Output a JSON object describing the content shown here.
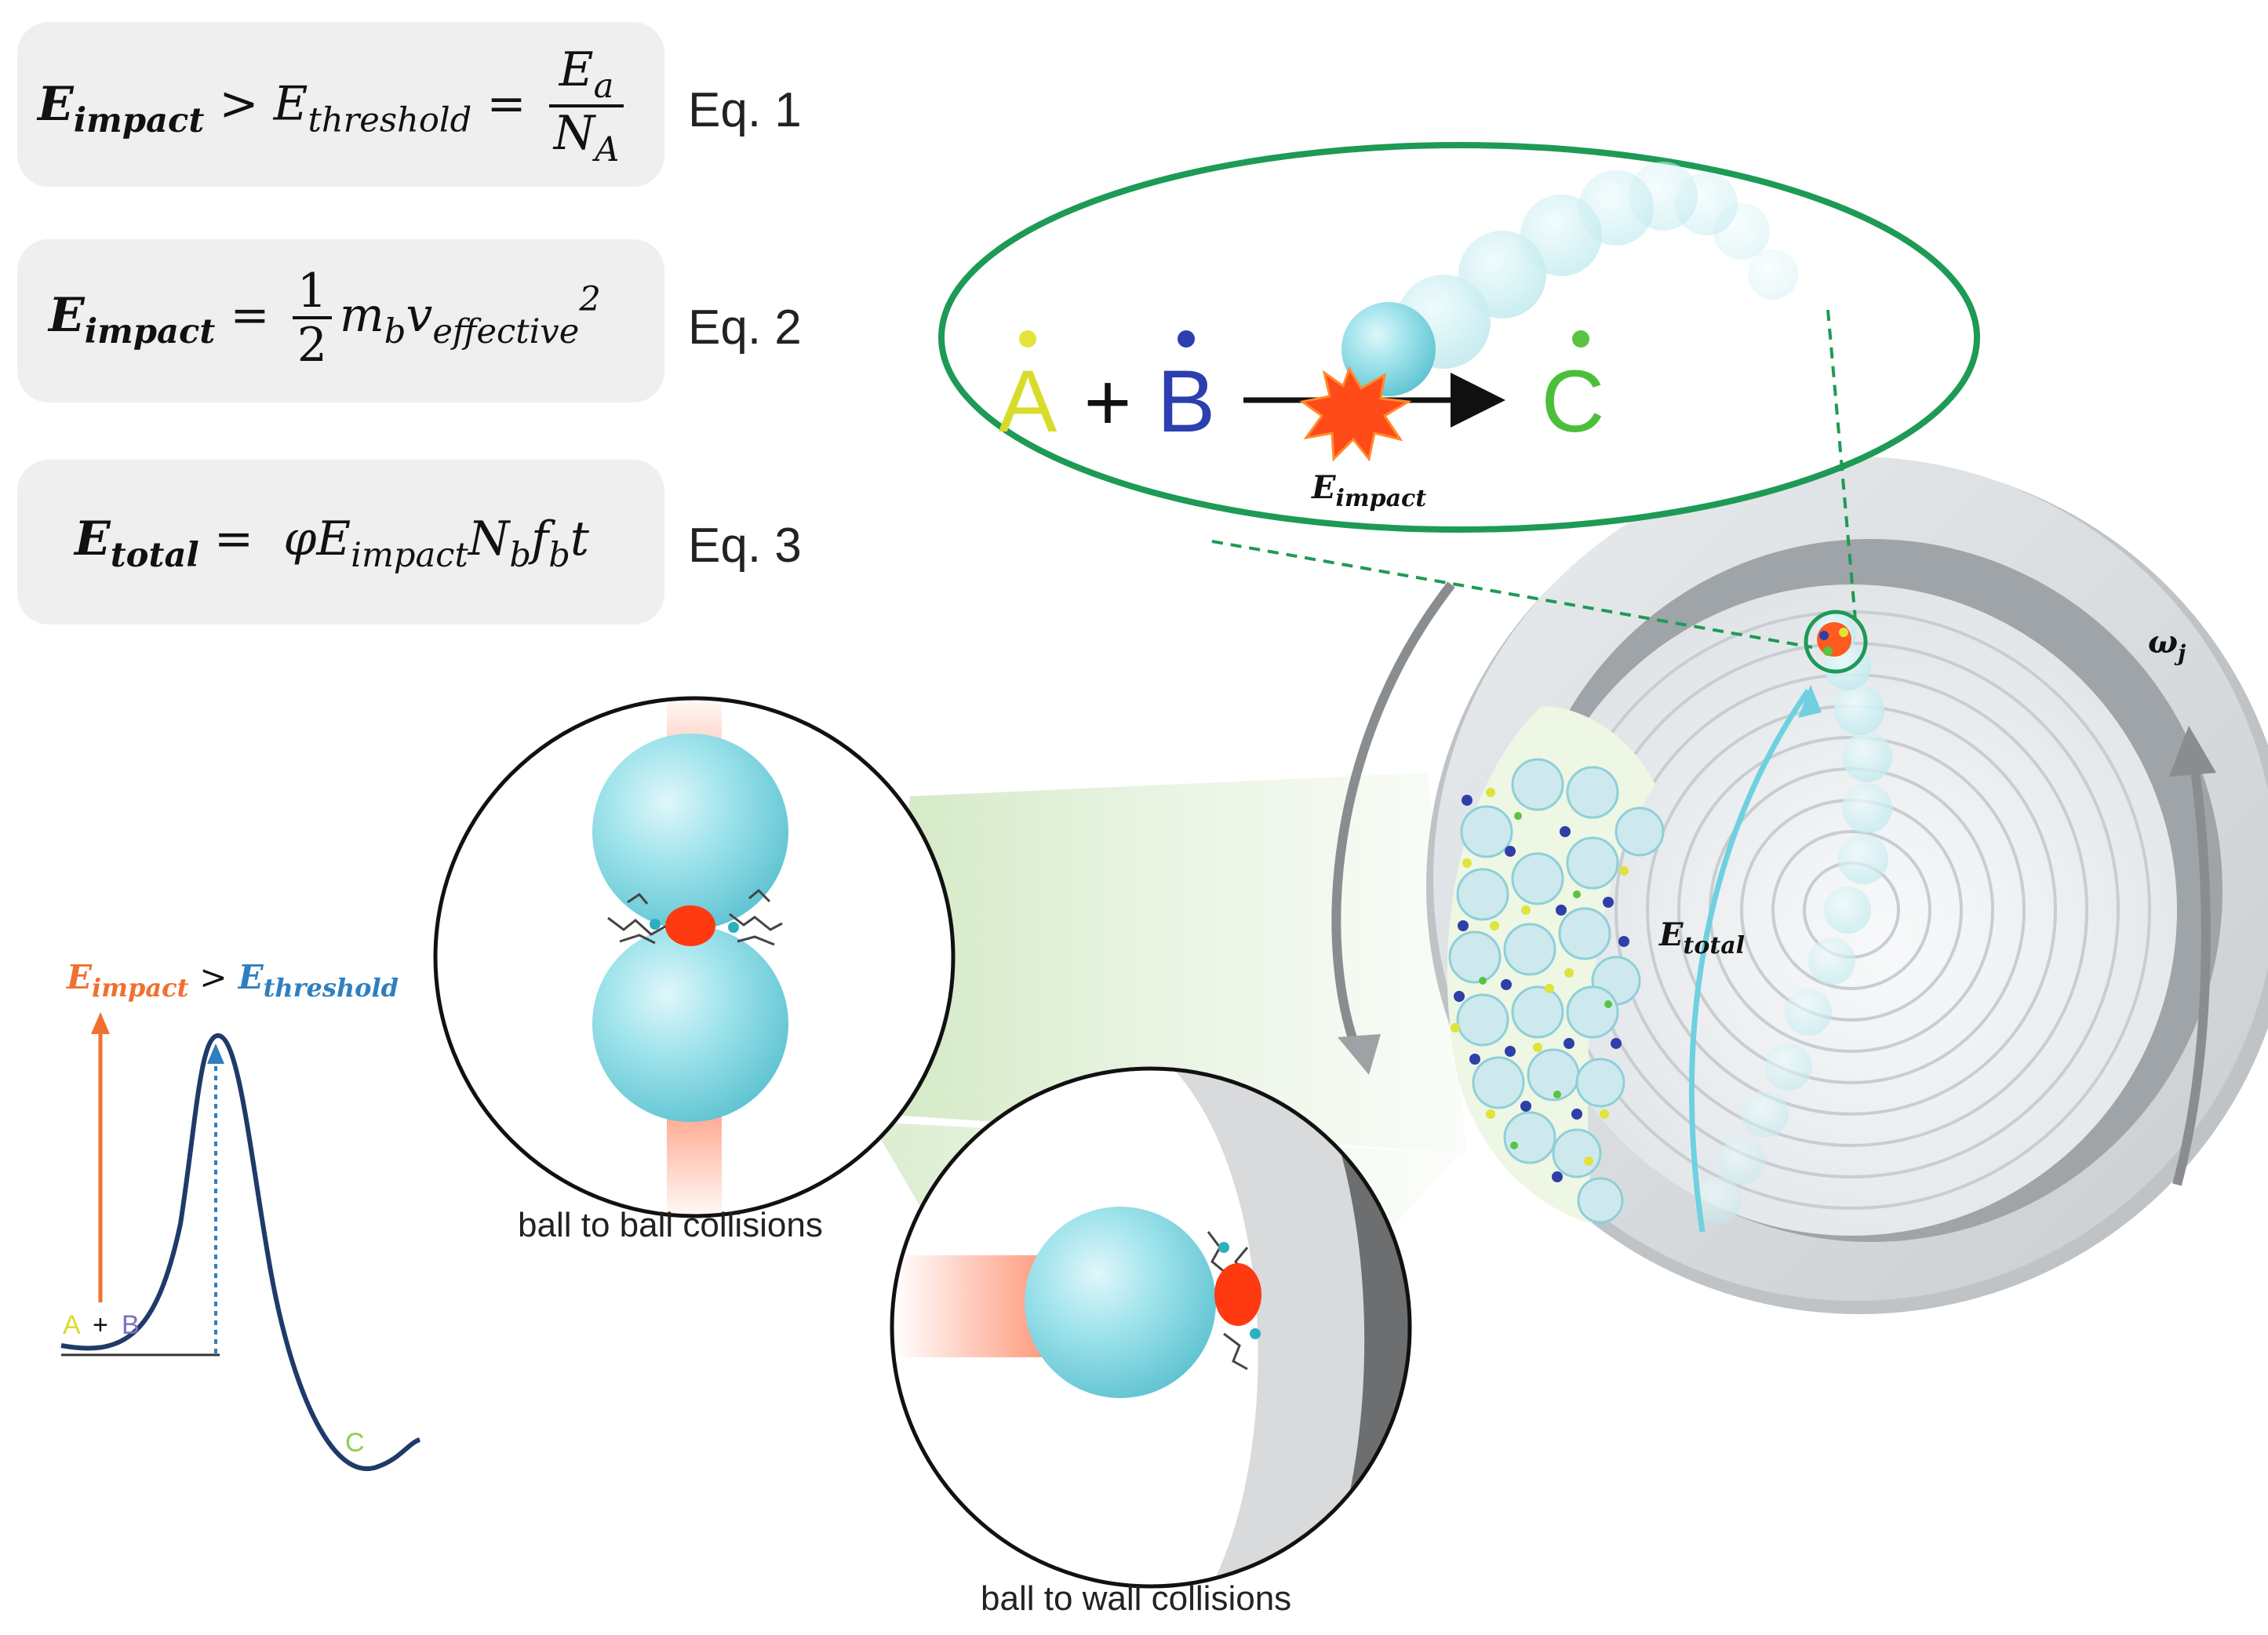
{
  "equations": [
    {
      "label": "Eq. 1"
    },
    {
      "label": "Eq. 2"
    },
    {
      "label": "Eq. 3"
    }
  ],
  "reaction": {
    "reactant_a": "A",
    "plus": "+",
    "reactant_b": "B",
    "product": "C",
    "arrow_label_main": "E",
    "arrow_label_sub": "impact"
  },
  "energy_profile": {
    "heading_impact_main": "E",
    "heading_impact_sub": "impact",
    "heading_gt": ">",
    "heading_threshold_main": "E",
    "heading_threshold_sub": "threshold",
    "reactant_a": "A",
    "plus": "+",
    "reactant_b": "B",
    "product": "C"
  },
  "jar": {
    "total_main": "E",
    "total_sub": "total",
    "omega_main": "ω",
    "omega_sub": "j"
  },
  "captions": {
    "ball_to_ball": "ball to ball collisions",
    "ball_to_wall": "ball to wall collisions"
  },
  "colors": {
    "A": "#d7dc2a",
    "B": "#2b3fb0",
    "C": "#4cbf3a",
    "impact_orange": "#f07030",
    "threshold_blue": "#2f7fc0",
    "ball_cyan": "#8fdde6",
    "ellipse_green": "#1d9a55"
  }
}
